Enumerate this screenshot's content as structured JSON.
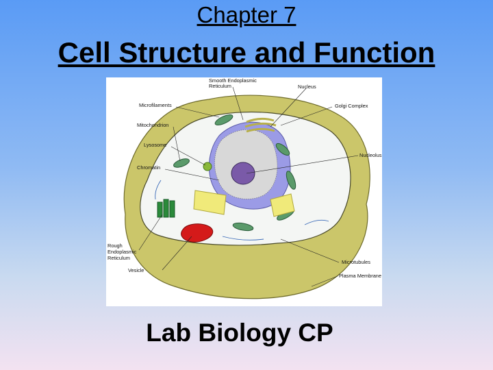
{
  "slide": {
    "chapter": "Chapter 7",
    "title": "Cell Structure and Function",
    "footer": "Lab Biology CP"
  },
  "diagram": {
    "labels": {
      "smooth_er": [
        "Smooth Endoplasmic",
        "Reticulum"
      ],
      "nucleus": "Nucleus",
      "golgi": "Golgi Complex",
      "microfilaments": "Microfilaments",
      "mitochondrion": "Mitochondrion",
      "lysosome": "Lysosome",
      "nucleolus": "Nucleolus",
      "chromatin": "Chromatin",
      "rough_er": [
        "Rough",
        "Endoplasmic",
        "Reticulum"
      ],
      "vesicle": "Vesicle",
      "microtubules": "Microtubules",
      "plasma_membrane": "Plasma Membrane"
    },
    "colors": {
      "wall": "#cbc66a",
      "cytoplasm": "#f4f6f4",
      "nucleus": "#9b9be6",
      "nucleolus": "#7a5aa8",
      "golgi": "#f0ea7a",
      "mitochondria": "#5a9a6a",
      "rough_er": "#2a8a3a",
      "vesicle": "#d41a1a"
    }
  }
}
